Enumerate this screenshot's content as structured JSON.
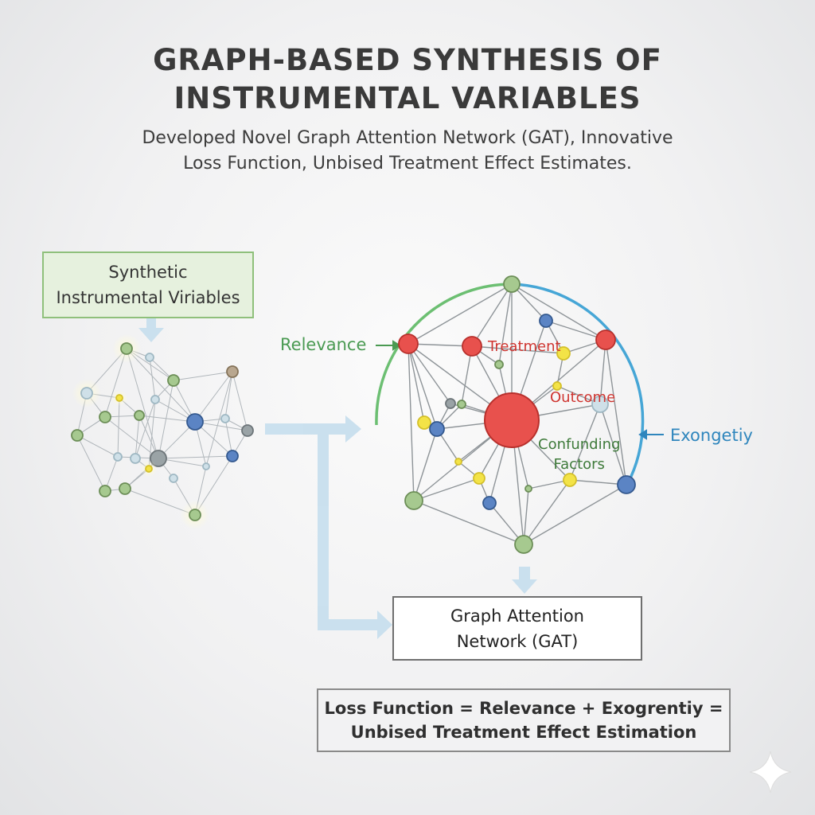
{
  "header": {
    "title": "GRAPH-BASED SYNTHESIS OF\nINSTRUMENTAL VARIABLES",
    "subtitle": "Developed Novel Graph Attention Network (GAT), Innovative\nLoss Function, Unbised Treatment Effect Estimates."
  },
  "left_box": {
    "label": "Synthetic\nInstrumental Viriables"
  },
  "network_labels": {
    "relevance": "Relevance",
    "exogeneity": "Exongetiy",
    "treatment": "Treatment",
    "outcome": "Outcome",
    "confounding": "Confunding\nFactors"
  },
  "gat_box": {
    "label": "Graph Attention\nNetwork (GAT)"
  },
  "loss_box": {
    "label": "Loss Function = Relevance + Exogrentiy =\nUnbised Treatment Effect Estimation"
  },
  "colors": {
    "green_node": "#a6c98f",
    "blue_node": "#5b84c4",
    "red_node": "#e8514d",
    "yellow_node": "#f3e347",
    "relevance_arc": "#6cbf72",
    "exogeneity_arc": "#46a6d6",
    "flow_arrow": "#c8dfee"
  },
  "icons": [
    "sparkle-icon"
  ]
}
